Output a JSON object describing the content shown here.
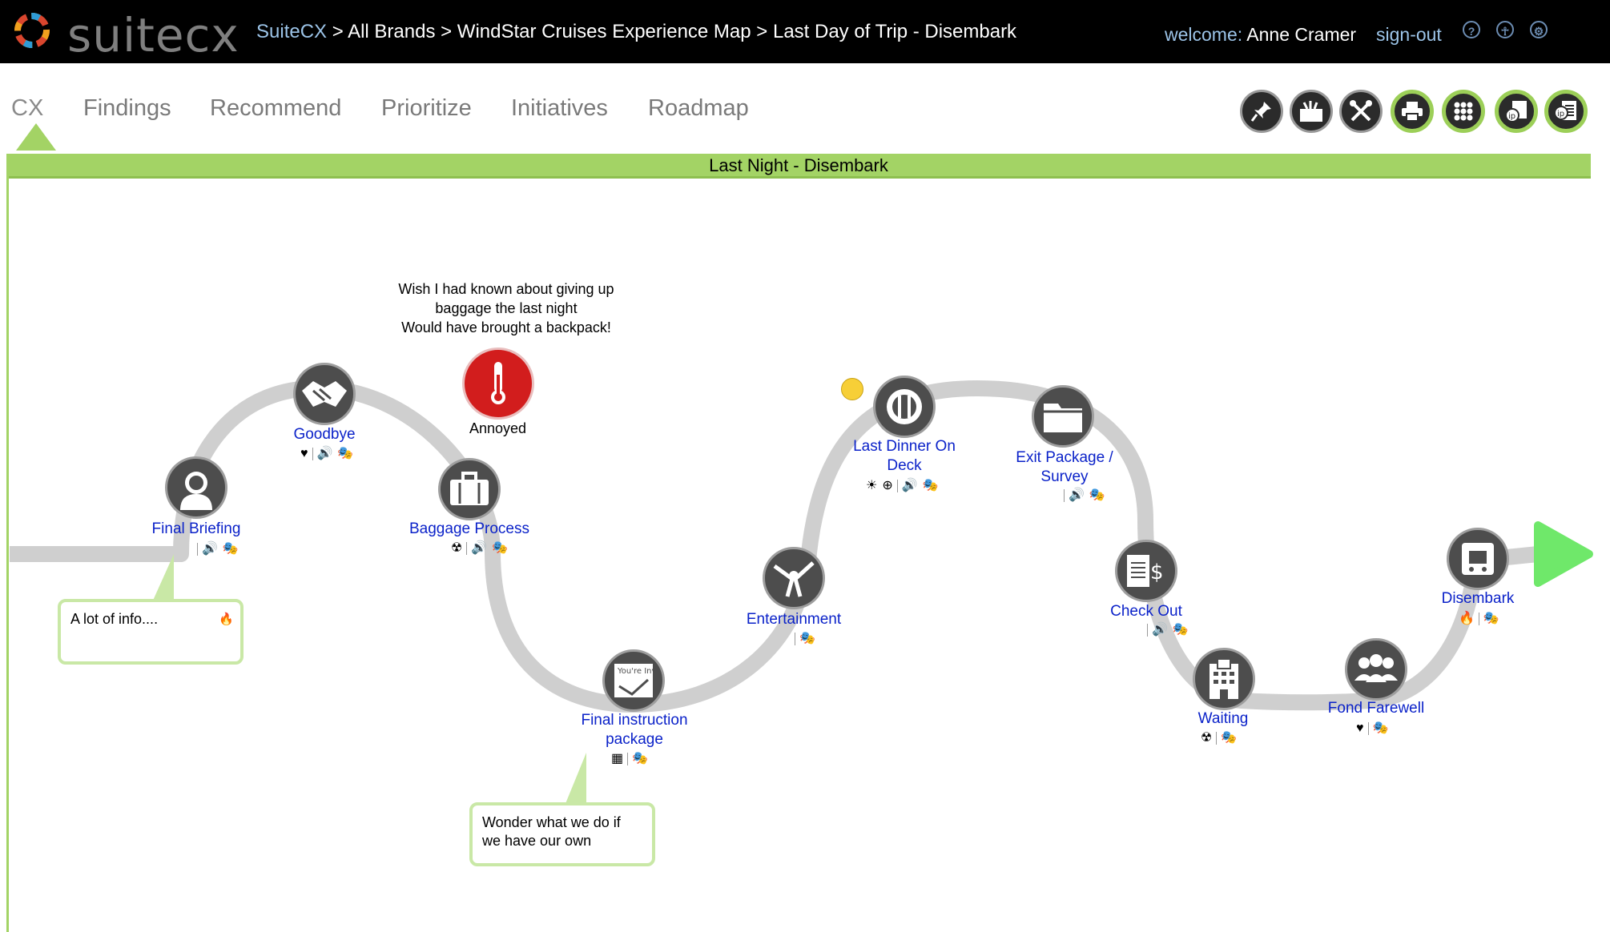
{
  "app": {
    "logo_text": "suitecx",
    "breadcrumb": {
      "home": "SuiteCX",
      "rest": " > All Brands > WindStar Cruises Experience Map > Last Day of Trip - Disembark"
    },
    "welcome_label": "welcome:",
    "user_name": "Anne Cramer",
    "signout_label": "sign-out",
    "top_icons": [
      "help-icon",
      "accessibility-icon",
      "settings-icon"
    ]
  },
  "nav": {
    "tabs": [
      "CX",
      "Findings",
      "Recommend",
      "Prioritize",
      "Initiatives",
      "Roadmap"
    ],
    "active_tab": "CX",
    "tools": [
      "pin-tool-icon",
      "toolbox-icon",
      "tools-icon",
      "print-icon",
      "grid-icon",
      "ip-export-icon",
      "ip-report-icon"
    ]
  },
  "phase": {
    "title": "Last Night - Disembark"
  },
  "touchpoints": [
    {
      "id": "final-briefing",
      "label": "Final Briefing",
      "icon": "briefing-icon",
      "glyphs": [
        "speaker",
        "mask"
      ]
    },
    {
      "id": "goodbye",
      "label": "Goodbye",
      "icon": "handshake-icon",
      "glyphs": [
        "heart",
        "speaker",
        "mask"
      ]
    },
    {
      "id": "baggage-process",
      "label": "Baggage Process",
      "icon": "luggage-icon",
      "glyphs": [
        "radiation",
        "speaker",
        "mask"
      ]
    },
    {
      "id": "final-instruction",
      "label": "Final instruction package",
      "label_line1": "Final instruction",
      "label_line2": "package",
      "icon": "invitation-icon",
      "badge_text": "You're Invited!",
      "glyphs": [
        "calendar",
        "mask"
      ]
    },
    {
      "id": "entertainment",
      "label": "Entertainment",
      "icon": "entertainment-icon",
      "glyphs": [
        "mask"
      ]
    },
    {
      "id": "last-dinner",
      "label": "Last Dinner On Deck",
      "label_line1": "Last Dinner On",
      "label_line2": "Deck",
      "icon": "dining-icon",
      "glyphs": [
        "sun",
        "plus",
        "speaker",
        "mask"
      ]
    },
    {
      "id": "exit-package",
      "label": "Exit Package / Survey",
      "label_line1": "Exit Package /",
      "label_line2": "Survey",
      "icon": "folder-icon",
      "glyphs": [
        "speaker",
        "mask"
      ]
    },
    {
      "id": "check-out",
      "label": "Check Out",
      "icon": "invoice-icon",
      "glyphs": [
        "speaker",
        "mask"
      ]
    },
    {
      "id": "waiting",
      "label": "Waiting",
      "icon": "hotel-icon",
      "glyphs": [
        "radiation",
        "mask"
      ]
    },
    {
      "id": "fond-farewell",
      "label": "Fond Farewell",
      "icon": "group-icon",
      "glyphs": [
        "heart",
        "mask"
      ]
    },
    {
      "id": "disembark",
      "label": "Disembark",
      "icon": "luggage-cart-icon",
      "glyphs": [
        "flame",
        "mask"
      ]
    }
  ],
  "emotion": {
    "label": "Annoyed",
    "icon": "thermometer-icon"
  },
  "quote": {
    "line1": "Wish I had known about  giving up",
    "line2": "baggage the last night",
    "line3": "Would have brought a backpack!"
  },
  "notes": {
    "info_text": "A lot of info....",
    "wonder_line1": "Wonder what we do if",
    "wonder_line2": "we have our own"
  },
  "colors": {
    "accent_green": "#a3d365",
    "link_blue": "#0b22c9",
    "path_gray": "#cfcfcf",
    "emotion_red": "#d21d1d",
    "play_green": "#6fe86a"
  }
}
